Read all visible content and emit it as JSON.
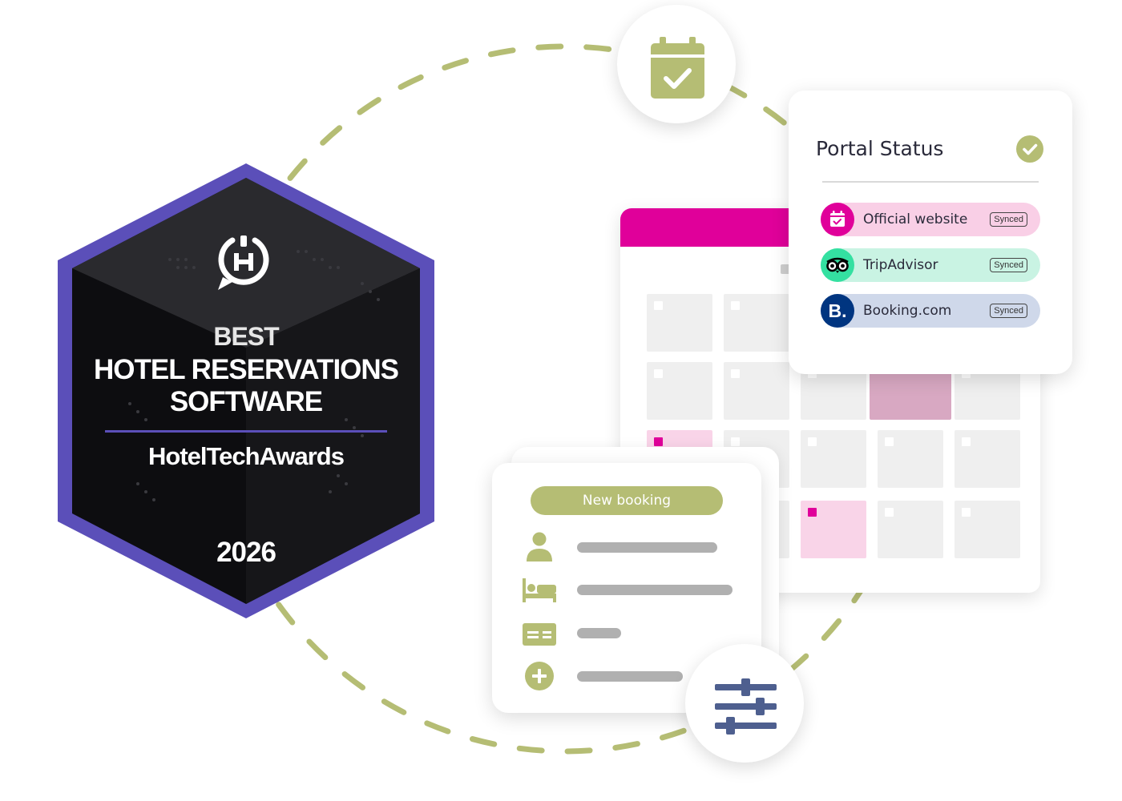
{
  "award": {
    "line1": "BEST",
    "line2": "HOTEL RESERVATIONS",
    "line3": "SOFTWARE",
    "brand": "HotelTechAwards",
    "year": "2026"
  },
  "portal": {
    "title": "Portal Status",
    "items": [
      {
        "name": "Official website",
        "status": "Synced"
      },
      {
        "name": "TripAdvisor",
        "status": "Synced"
      },
      {
        "name": "Booking.com",
        "status": "Synced",
        "logo_text": "B."
      }
    ]
  },
  "booking": {
    "button_label": "New booking"
  },
  "colors": {
    "accent_green": "#b5bd74",
    "pink": "#e0009a",
    "badge_border": "#5b4fb9",
    "tripadvisor": "#34e0a1",
    "booking_blue": "#003580",
    "slider_blue": "#4e5f8f"
  },
  "icons": [
    "calendar-check-icon",
    "check-icon",
    "user-icon",
    "bed-icon",
    "id-card-icon",
    "plus-icon",
    "sliders-icon",
    "hoteltech-logo-icon"
  ]
}
